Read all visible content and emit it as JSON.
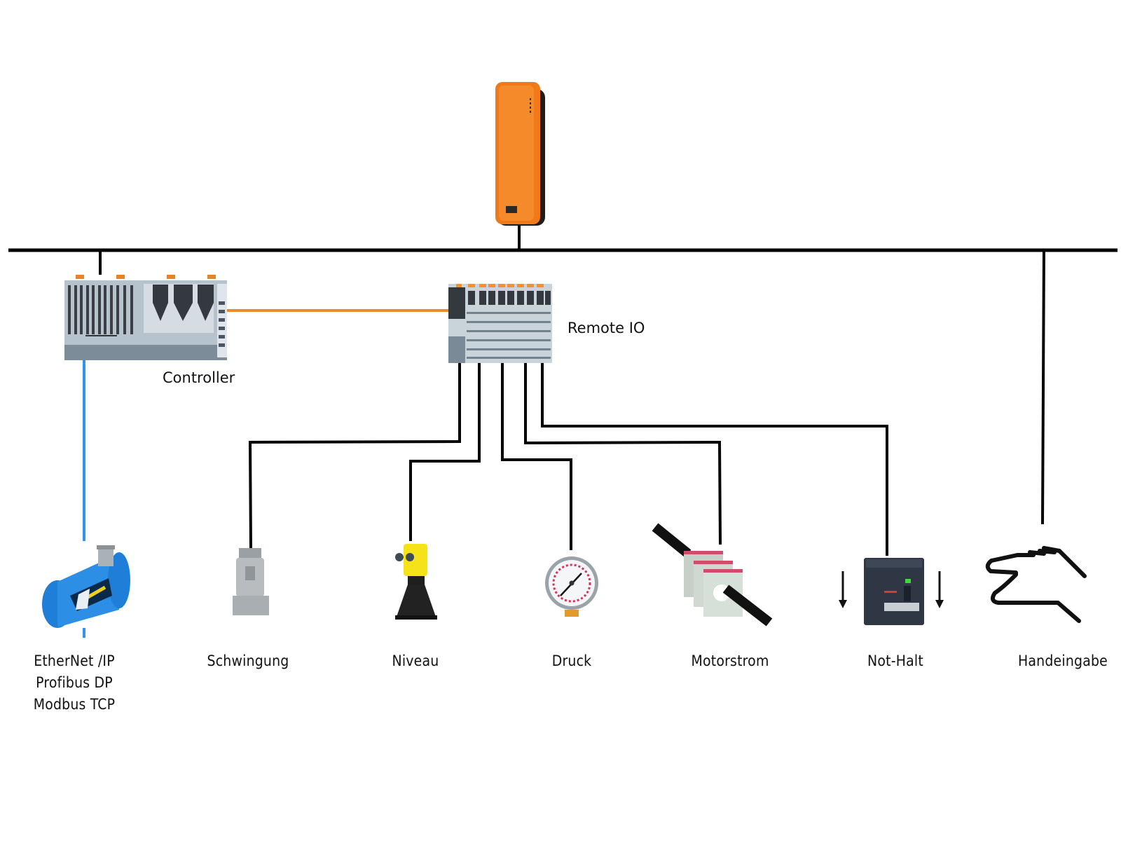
{
  "diagram": {
    "title": "",
    "colors": {
      "bus": "#000000",
      "controller_link": "#f08a24",
      "fieldbus_link": "#2f95e8",
      "gateway": "#f07a1a"
    },
    "nodes": {
      "gateway": {
        "label": "",
        "icon": "gateway-device-icon"
      },
      "controller": {
        "label": "Controller",
        "icon": "plc-controller-icon"
      },
      "remote_io": {
        "label": "Remote IO",
        "icon": "remote-io-module-icon"
      },
      "fieldbus": {
        "lines": [
          "EtherNet /IP",
          "Profibus DP",
          "Modbus TCP"
        ],
        "icon": "flow-meter-icon"
      },
      "schwingung": {
        "label": "Schwingung",
        "icon": "vibration-sensor-icon"
      },
      "niveau": {
        "label": "Niveau",
        "icon": "radar-level-sensor-icon"
      },
      "druck": {
        "label": "Druck",
        "icon": "pressure-gauge-icon"
      },
      "motorstrom": {
        "label": "Motorstrom",
        "icon": "current-transformer-icon"
      },
      "not_halt": {
        "label": "Not-Halt",
        "icon": "circuit-breaker-icon"
      },
      "handeingabe": {
        "label": "Handeingabe",
        "icon": "hand-icon"
      }
    }
  }
}
